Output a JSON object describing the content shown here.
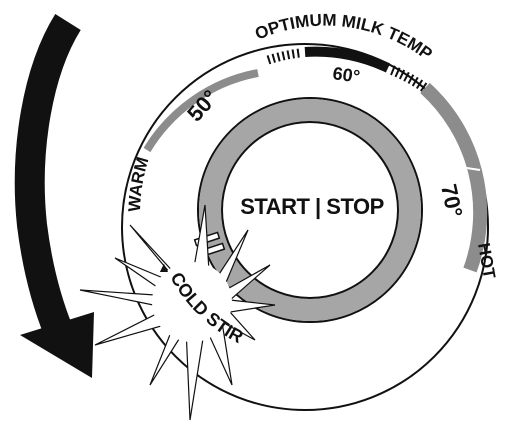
{
  "dial": {
    "center_label": "START | STOP",
    "optimum_label": "OPTIMUM MILK TEMP",
    "temp_50": "50°",
    "temp_60": "60°",
    "temp_70": "70°",
    "warm_label": "WARM",
    "hot_label": "HOT",
    "cold_stir_label": "COLD STIR",
    "cold_stir_marker": "▲"
  },
  "colors": {
    "ink": "#111111",
    "band_gray": "#8c8c8c",
    "ring_gray": "#a6a6a6",
    "paper": "#ffffff"
  },
  "icons": {
    "rotation_arrow": "counterclockwise-arrow-icon",
    "sparkle": "cold-burst-icon"
  }
}
